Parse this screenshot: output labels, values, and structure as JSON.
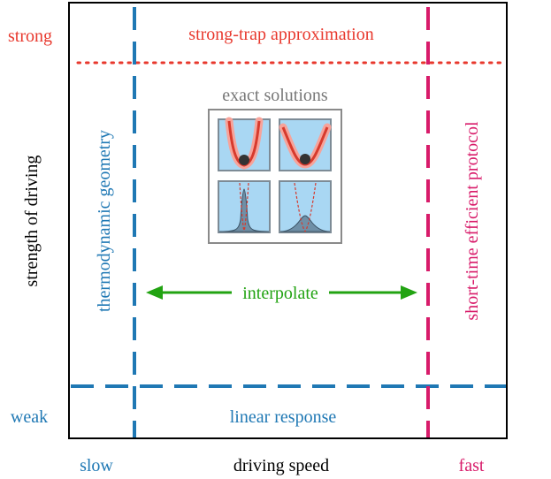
{
  "labels": {
    "strong": "strong",
    "weak": "weak",
    "slow": "slow",
    "fast": "fast",
    "x_axis": "driving speed",
    "y_axis": "strength of driving",
    "strong_trap": "strong-trap approximation",
    "linear_response": "linear response",
    "thermodynamic_geometry": "thermodynamic geometry",
    "short_time": "short-time efficient protocol",
    "interpolate": "interpolate",
    "exact_solutions": "exact solutions"
  },
  "colors": {
    "red": "#e8382d",
    "blue": "#1f78b4",
    "magenta": "#d81b6a",
    "green": "#22a312",
    "gray": "#8a8a8a",
    "panel_bg": "#a9d7f3",
    "trap_red": "#d63a2d",
    "trap_glow": "#f7a39a"
  }
}
